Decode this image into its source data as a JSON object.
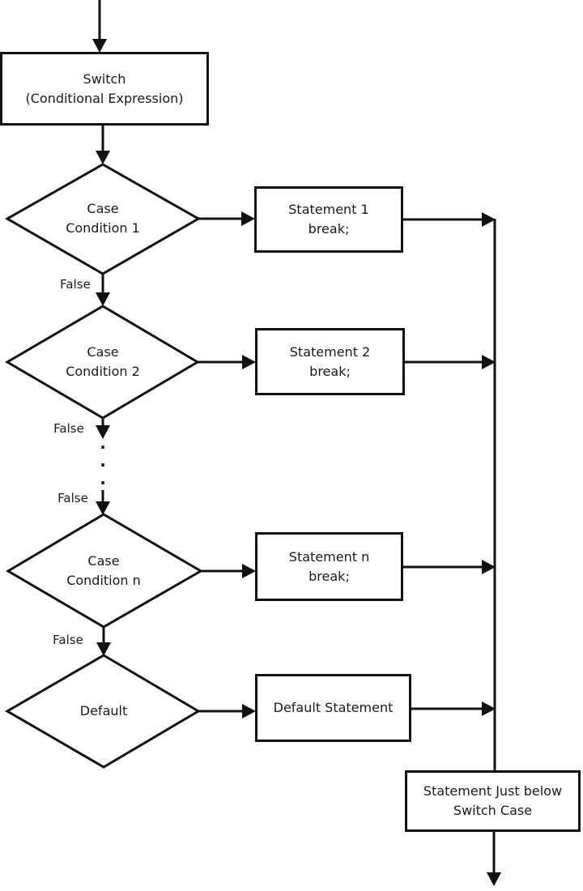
{
  "diagram": {
    "background": "#ffffff",
    "line_color": "#111111",
    "text_color": "#1a1a1a"
  },
  "nodes": {
    "switch": "Switch\n(Conditional Expression)",
    "case1": "Case\nCondition 1",
    "statement1": "Statement 1\nbreak;",
    "case2": "Case\nCondition 2",
    "statement2": "Statement 2\nbreak;",
    "case_n": "Case\nCondition n",
    "statement_n": "Statement n\nbreak;",
    "default": "Default",
    "default_statement": "Default Statement",
    "below_switch": "Statement Just below\nSwitch Case"
  },
  "edge_labels": {
    "false1": "False",
    "false2": "False",
    "false3": "False",
    "false4": "False",
    "ellipsis": ".\n.\n."
  }
}
